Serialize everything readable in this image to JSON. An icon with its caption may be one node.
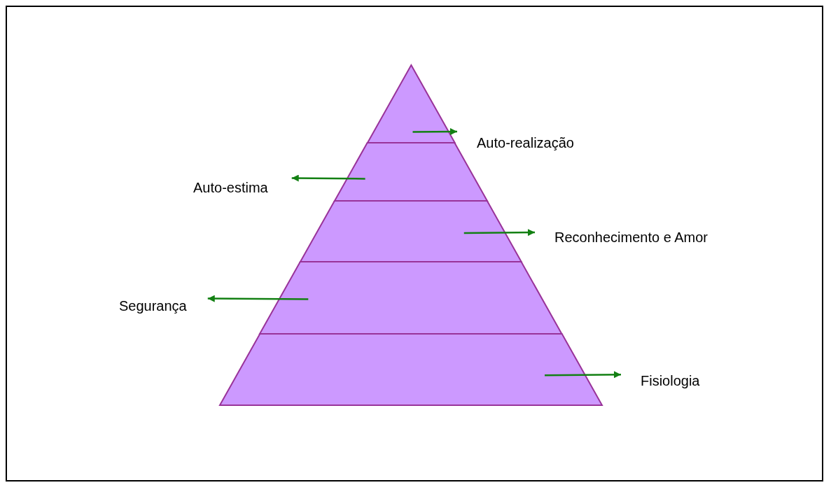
{
  "diagram": {
    "nodes": [
      {
        "text": [],
        "shape": "triangle"
      },
      {
        "text": [],
        "shape": "band"
      },
      {
        "text": [],
        "shape": "band"
      },
      {
        "text": [],
        "shape": "band"
      },
      {
        "text": [],
        "shape": "band"
      },
      {
        "text": [
          "Auto-realização"
        ]
      },
      {
        "text": [
          "Auto-estima"
        ]
      },
      {
        "text": [
          "Reconhecimento e Amor"
        ]
      },
      {
        "text": [
          "Segurança"
        ]
      },
      {
        "text": [
          "Fisiologia"
        ]
      }
    ],
    "edges": [
      {
        "from": 0,
        "to": 5,
        "arrow": "to",
        "color": "#138013"
      },
      {
        "from": 1,
        "to": 6,
        "arrow": "to",
        "color": "#138013"
      },
      {
        "from": 2,
        "to": 7,
        "arrow": "to",
        "color": "#138013"
      },
      {
        "from": 3,
        "to": 8,
        "arrow": "to",
        "color": "#138013"
      },
      {
        "from": 4,
        "to": 9,
        "arrow": "to",
        "color": "#138013"
      }
    ]
  }
}
